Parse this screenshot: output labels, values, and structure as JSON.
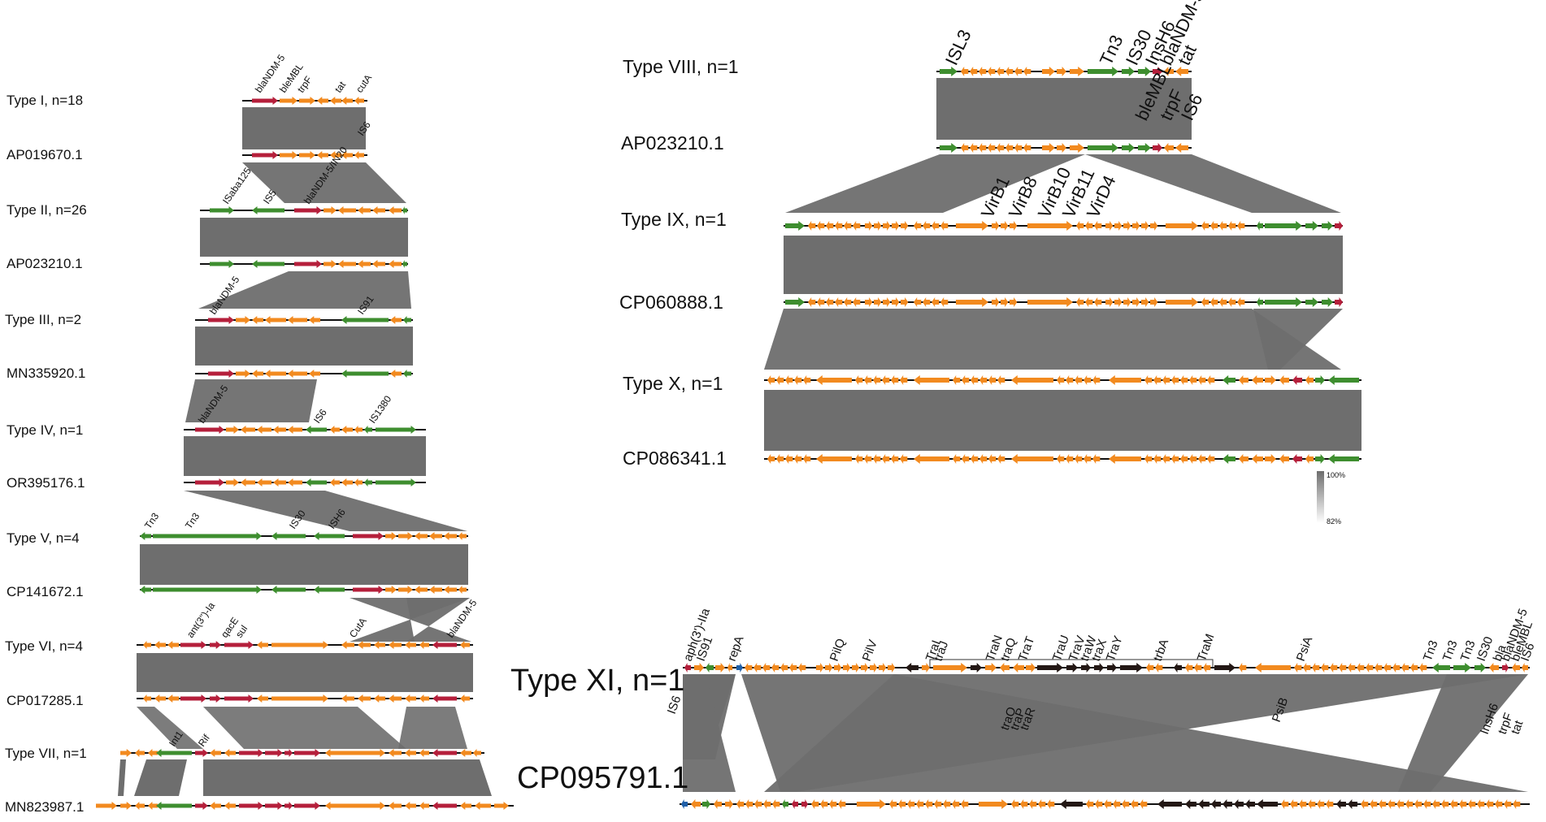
{
  "colors": {
    "orange": "#f28a1f",
    "red": "#b51f3b",
    "green": "#3e8e2f",
    "black": "#231815",
    "blue": "#1f5fa8",
    "band": "#6e6e6e",
    "line": "#111111"
  },
  "left_panel": {
    "rows": [
      {
        "label": "Type I, n=18"
      },
      {
        "label": "AP019670.1"
      },
      {
        "label": "Type II, n=26"
      },
      {
        "label": "AP023210.1"
      },
      {
        "label": "Type III, n=2"
      },
      {
        "label": "MN335920.1"
      },
      {
        "label": "Type IV, n=1"
      },
      {
        "label": "OR395176.1"
      },
      {
        "label": "Type V, n=4"
      },
      {
        "label": "CP141672.1"
      },
      {
        "label": "Type VI, n=4"
      },
      {
        "label": "CP017285.1"
      },
      {
        "label": "Type VII, n=1"
      },
      {
        "label": "MN823987.1"
      }
    ],
    "gene_labels": {
      "t1": [
        "blaNDM-5",
        "bleMBL",
        "trpF",
        "tat",
        "cutA"
      ],
      "t1b": [
        "IS6"
      ],
      "t2": [
        "ISaba125",
        "IS5",
        "blaNDM-5/IN20"
      ],
      "t3": [
        "blaNDM-5",
        "IS91"
      ],
      "t4": [
        "blaNDM-5",
        "IS6",
        "IS1380"
      ],
      "t5": [
        "Tn3",
        "Tn3",
        "IS30",
        "ISH6"
      ],
      "t6": [
        "ant(3'')-Ia",
        "qacE",
        "sul",
        "CutA",
        "blaNDM-5"
      ],
      "t7": [
        "Int1",
        "Rif"
      ]
    }
  },
  "right_panel": {
    "rows": [
      {
        "label": "Type VIII, n=1"
      },
      {
        "label": "AP023210.1"
      },
      {
        "label": "Type IX, n=1"
      },
      {
        "label": "CP060888.1"
      },
      {
        "label": "Type X, n=1"
      },
      {
        "label": "CP086341.1"
      }
    ],
    "gene_labels_top": [
      "ISL3",
      "Tn3",
      "IS30",
      "InsH6",
      "blaNDM-5",
      "tat"
    ],
    "gene_labels_below": [
      "bleMBL",
      "trpF",
      "IS6"
    ],
    "gene_labels_ix": [
      "VirB1",
      "VirB8",
      "VirB10",
      "VirB11",
      "VirD4"
    ],
    "scale": {
      "max": "100%",
      "min": "82%"
    }
  },
  "bottom_panel": {
    "rows": [
      {
        "label": "Type XI, n=1"
      },
      {
        "label": "CP095791.1"
      }
    ],
    "gene_labels_top": [
      "aph(3')-IIa",
      "IS91",
      "repA",
      "PilQ",
      "PilV",
      "TraI",
      "traJ",
      "TraN",
      "traQ",
      "TraT",
      "TraU",
      "TraV",
      "traW",
      "traX",
      "TraY",
      "trbA",
      "TraM",
      "PsiA",
      "Tn3",
      "Tn3",
      "Tn3",
      "IS30",
      "bla",
      "blaNDM-5",
      "bleMBL",
      "IS6"
    ],
    "gene_labels_below": [
      "IS6",
      "traO",
      "traP",
      "traR",
      "PsiB",
      "InsH6",
      "trpF",
      "tat"
    ]
  }
}
